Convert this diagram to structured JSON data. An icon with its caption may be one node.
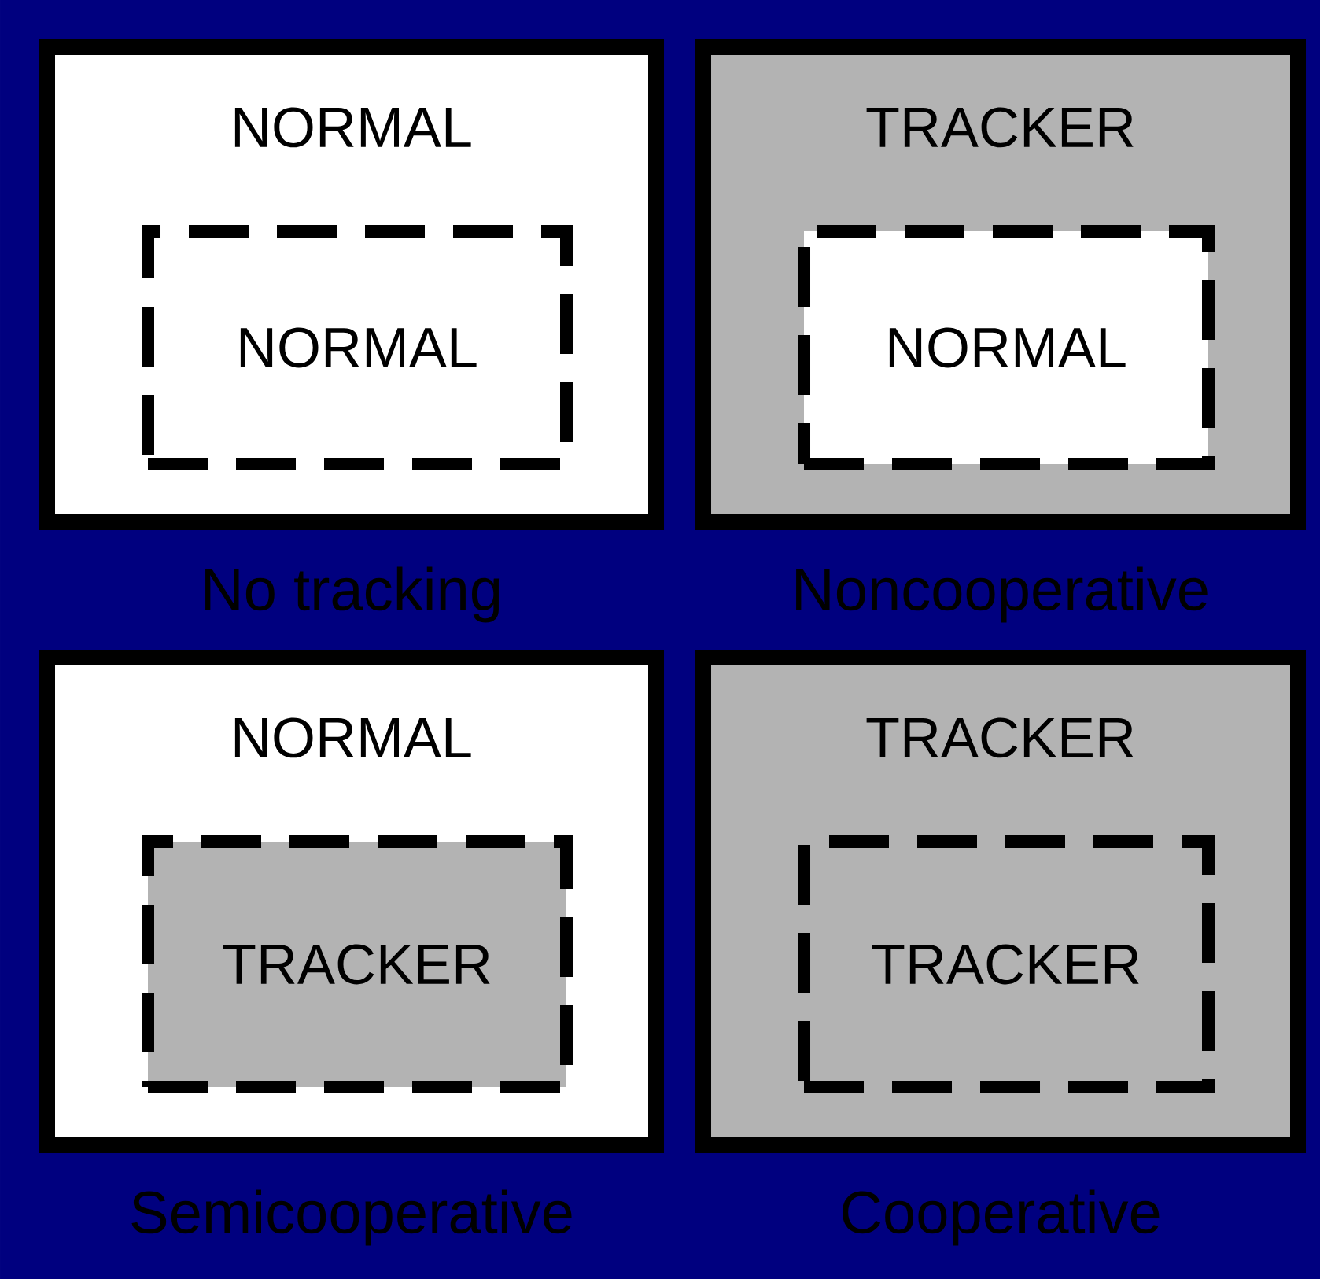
{
  "diagram": {
    "nodes": [
      {
        "text": [
          "NORMAL"
        ],
        "beside": [
          "No tracking"
        ]
      },
      {
        "text": [
          "NORMAL"
        ],
        "in": 0
      },
      {
        "text": [
          "TRACKER"
        ],
        "beside": [
          "Noncooperative"
        ]
      },
      {
        "text": [
          "NORMAL"
        ],
        "in": 2
      },
      {
        "text": [
          "NORMAL"
        ],
        "beside": [
          "Semicooperative"
        ]
      },
      {
        "text": [
          "TRACKER"
        ],
        "in": 4
      },
      {
        "text": [
          "TRACKER"
        ],
        "beside": [
          "Cooperative"
        ]
      },
      {
        "text": [
          "TRACKER"
        ],
        "in": 6
      }
    ]
  }
}
